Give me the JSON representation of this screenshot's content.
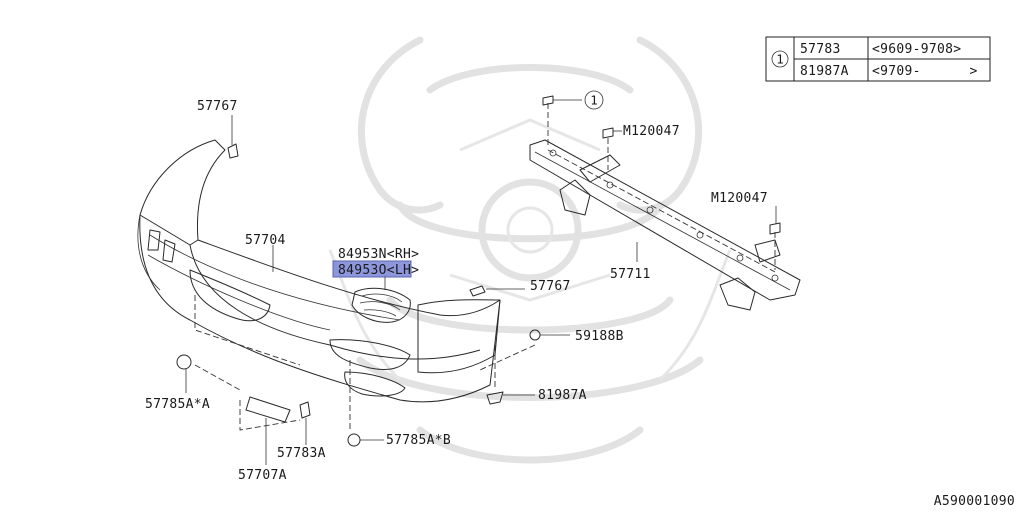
{
  "diagram_id": "A590001090",
  "legend_table": {
    "key": "1",
    "rows": [
      {
        "part": "57783",
        "range": "<9609-9708>"
      },
      {
        "part": "81987A",
        "range": "<9709-      >"
      }
    ]
  },
  "callouts": {
    "top_clip": "57767",
    "bumper_face": "57704",
    "grille_rh": "84953N<RH>",
    "grille_lh": "84953O<LH>",
    "side_clip": "57767",
    "reinforcement": "57711",
    "bolt_upper": "M120047",
    "bolt_lower": "M120047",
    "fastener_588": "59188B",
    "clip_819": "81987A",
    "nut_a": "57785A*A",
    "nut_b": "57785A*B",
    "bracket_783": "57783A",
    "plate_707": "57707A",
    "ref_circle": "1"
  },
  "highlight": "84953O<LH>"
}
